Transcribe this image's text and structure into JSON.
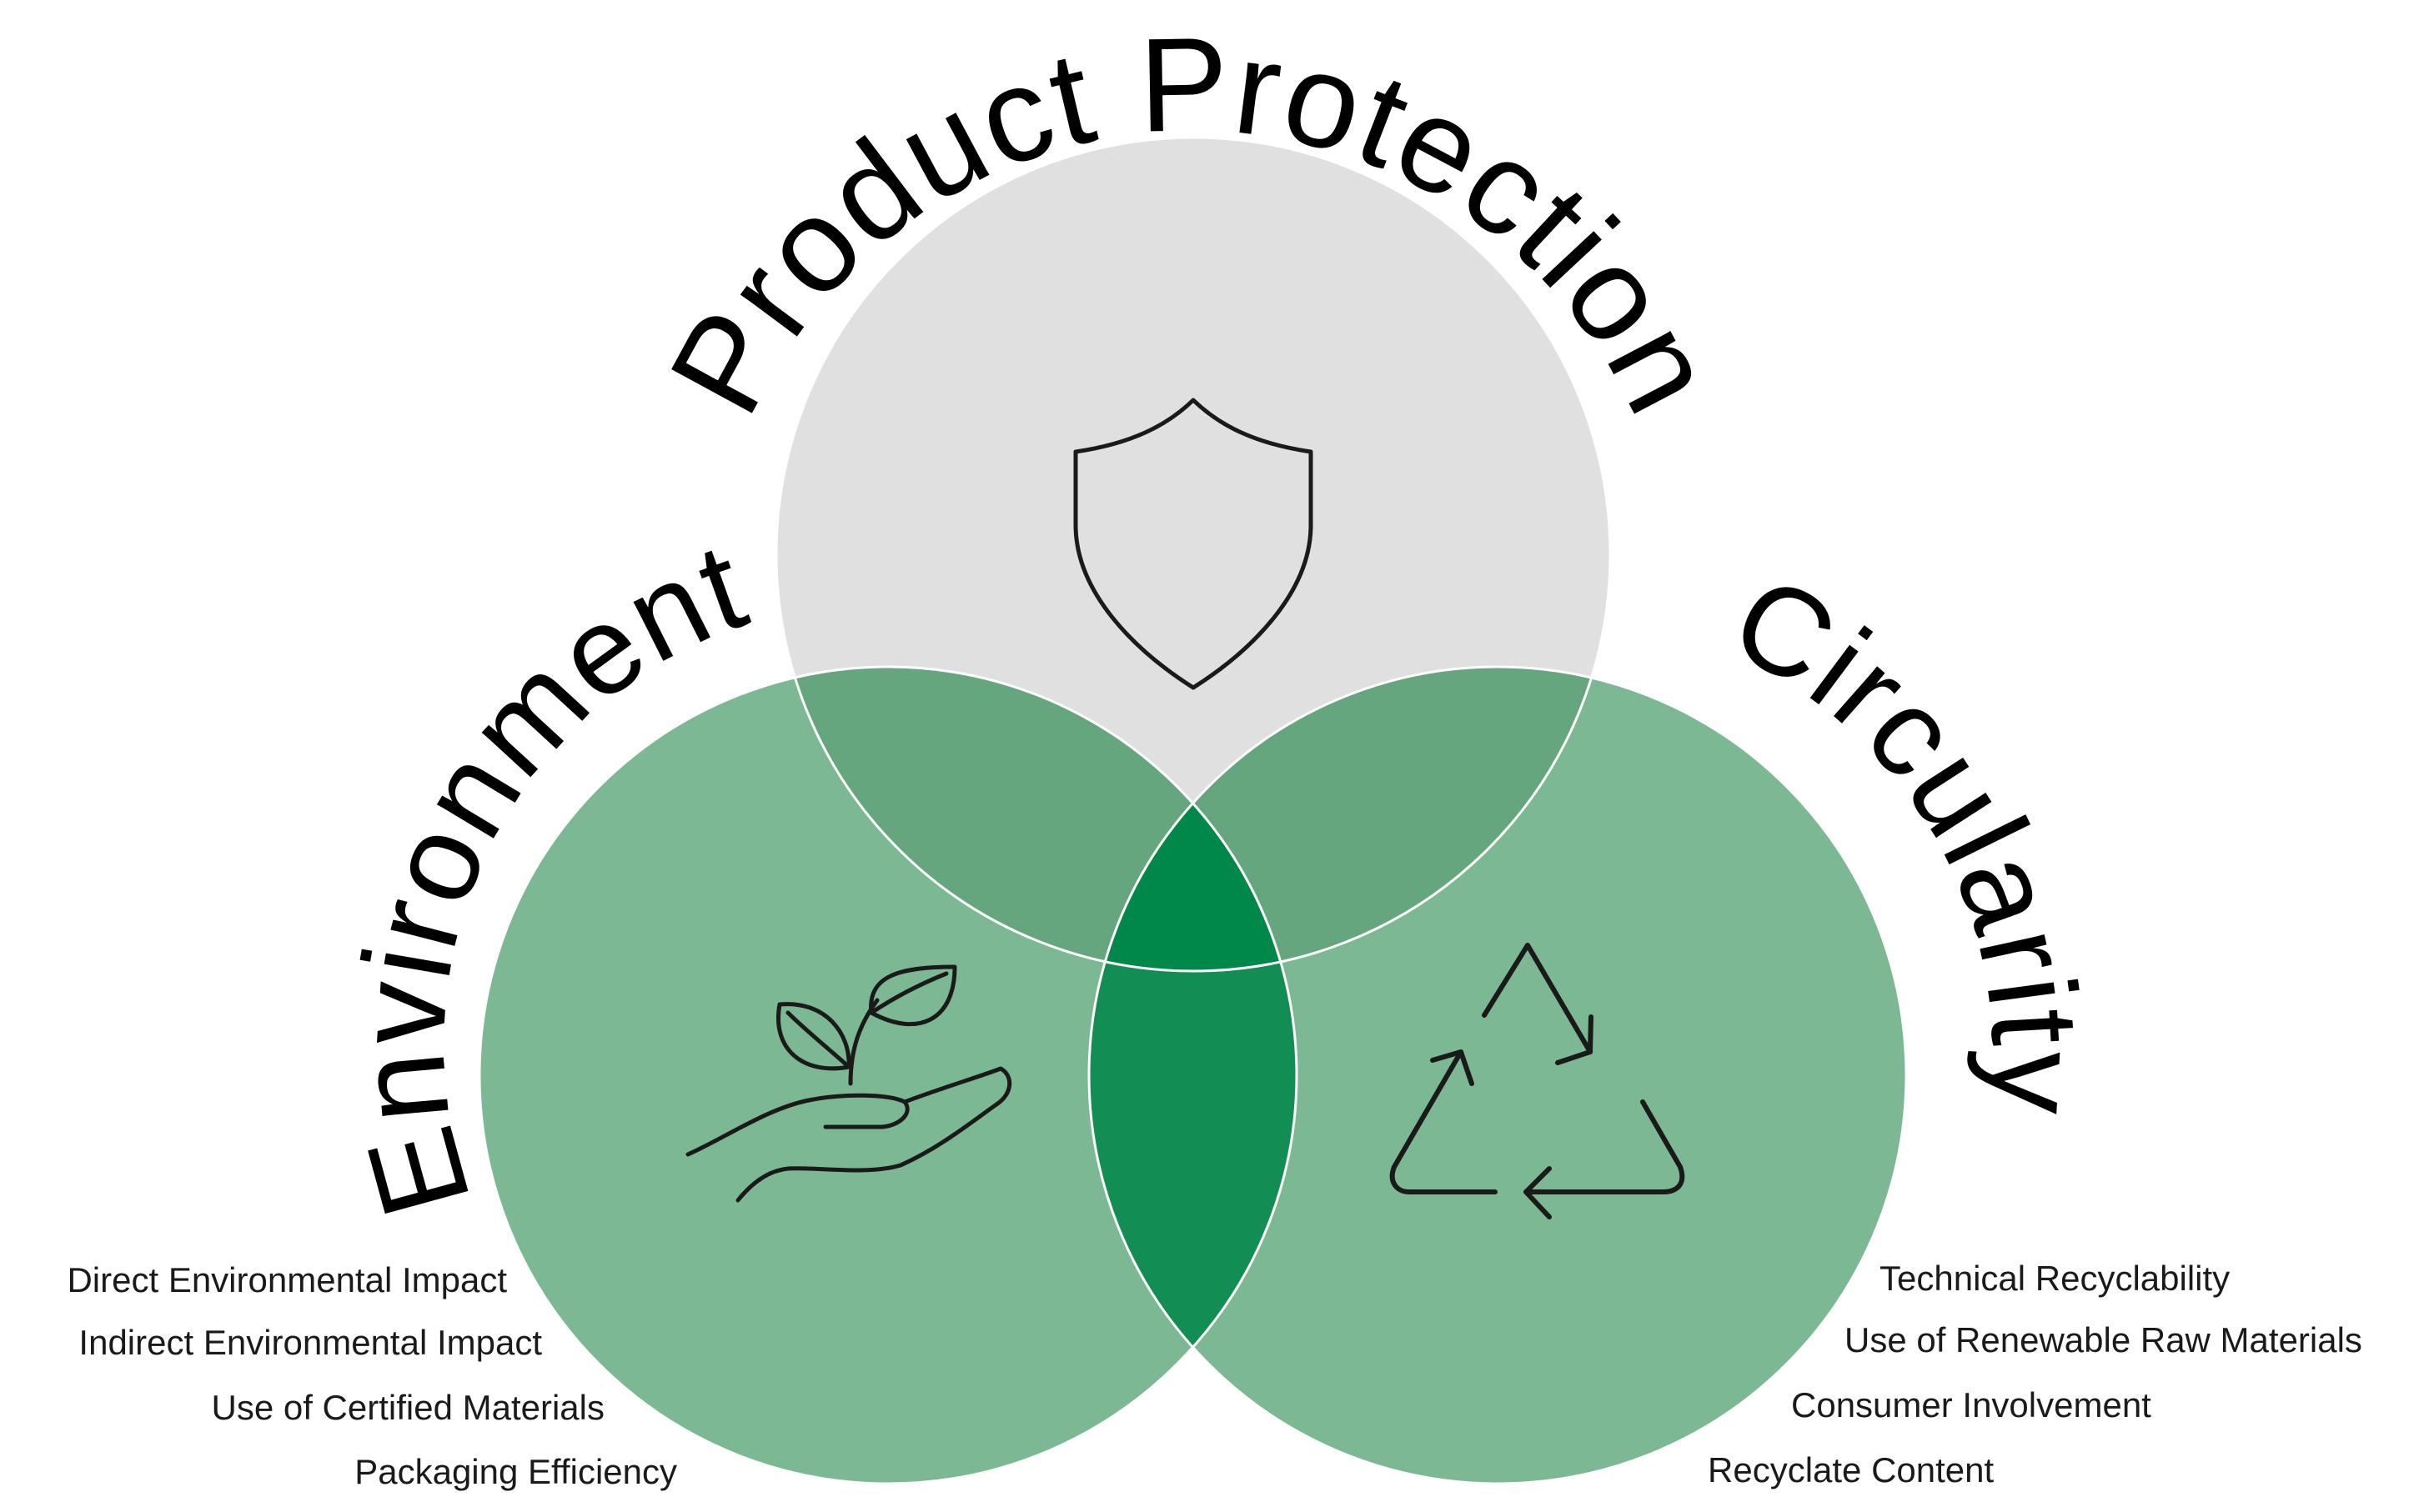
{
  "titles": {
    "protection": "Product Protection",
    "environment": "Environment",
    "circularity": "Circularity"
  },
  "environment_criteria": [
    "Direct Environmental Impact",
    "Indirect Environmental Impact",
    "Use of Certified Materials",
    "Packaging Efficiency"
  ],
  "circularity_criteria": [
    "Technical Recyclability",
    "Use of Renewable Raw Materials",
    "Consumer Involvement",
    "Recyclate Content"
  ],
  "icons": {
    "protection": "shield-icon",
    "environment": "plant-in-hand-icon",
    "circularity": "recycle-icon"
  },
  "colors": {
    "protection_circle": "#e0e0e0",
    "environment_circle": "#7db894",
    "circularity_circle": "#7db894",
    "pairwise_overlap": "#66a67f",
    "center_overlap": "#00874a",
    "lower_lens": "#128e55"
  }
}
